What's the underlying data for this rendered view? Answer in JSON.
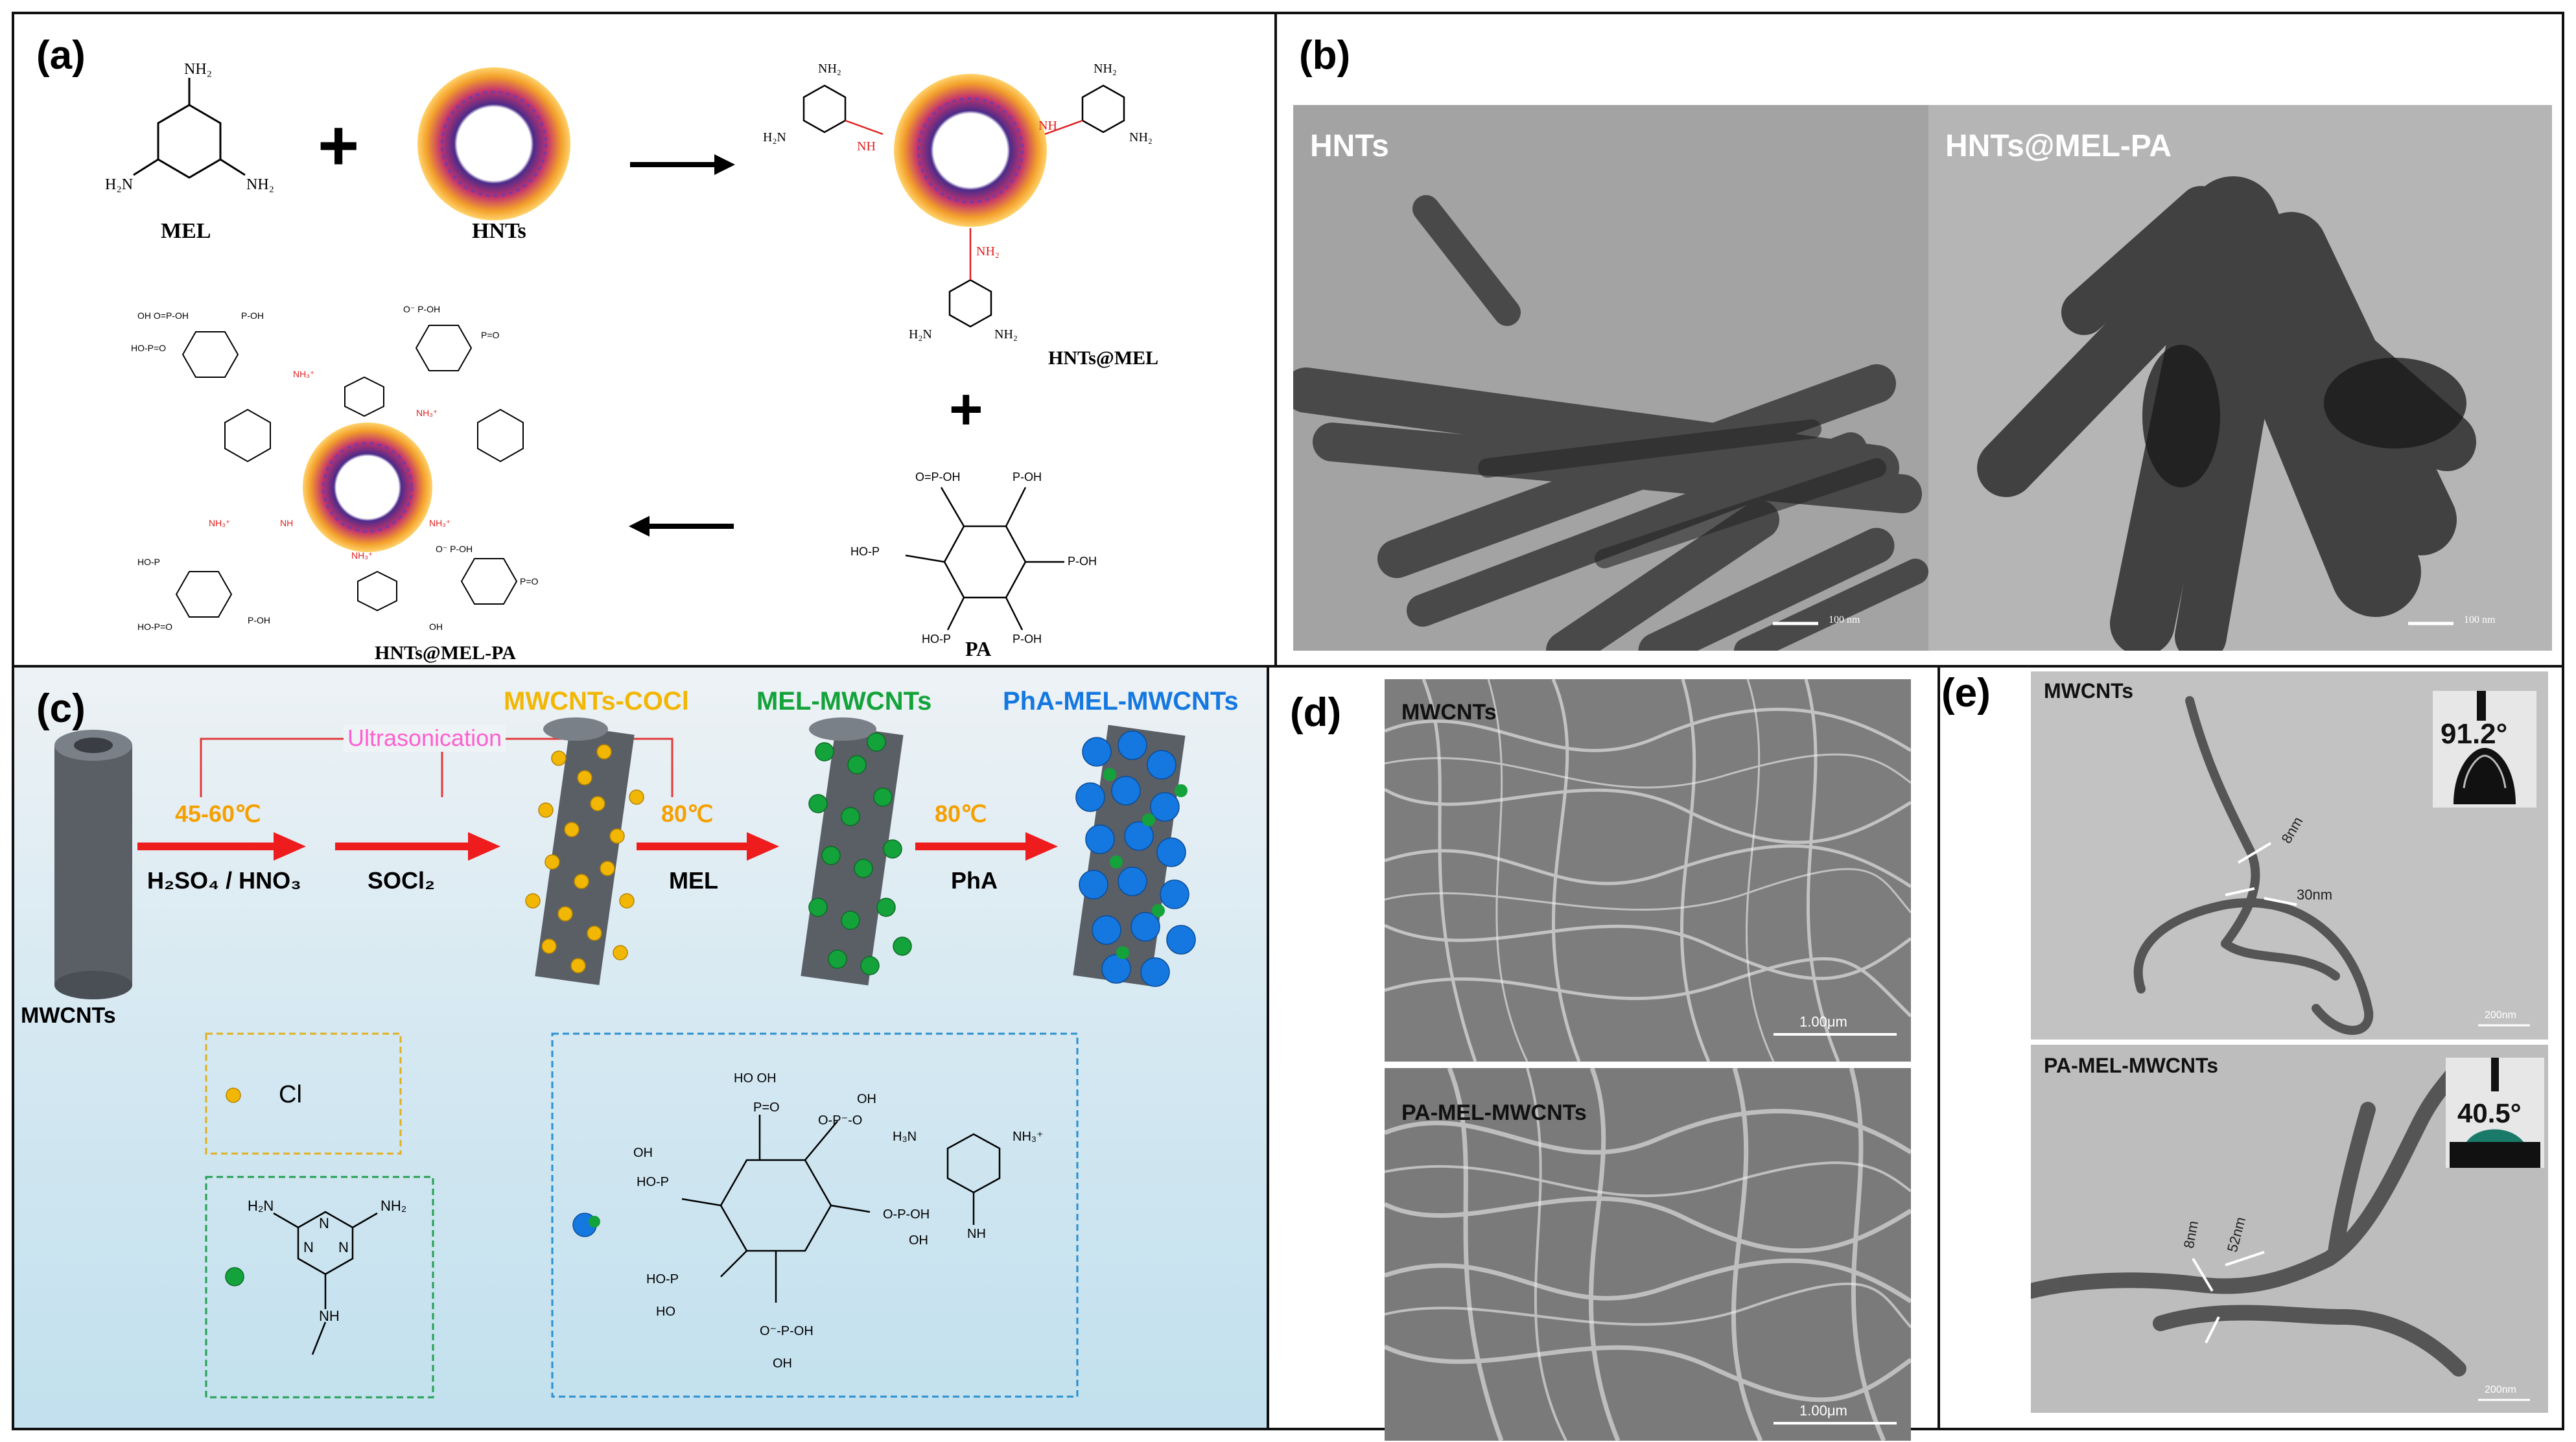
{
  "figure": {
    "panel_labels": {
      "a": "(a)",
      "b": "(b)",
      "c": "(c)",
      "d": "(d)",
      "e": "(e)"
    },
    "a": {
      "mel_label": "MEL",
      "hnts_label": "HNTs",
      "hnts_mel_label": "HNTs@MEL",
      "pa_label": "PA",
      "product_label": "HNTs@MEL-PA",
      "nh2": "NH₂",
      "h2n": "H₂N"
    },
    "b": {
      "left_label": "HNTs",
      "right_label": "HNTs@MEL-PA",
      "scale_left": "100 nm",
      "scale_right": "100 nm"
    },
    "c": {
      "start_label": "MWCNTs",
      "ultrasonication": "Ultrasonication",
      "temp1": "45-60℃",
      "temp2": "80℃",
      "temp3": "80℃",
      "reagent1": "H₂SO₄ / HNO₃",
      "reagent2": "SOCl₂",
      "reagent3": "MEL",
      "reagent4": "PhA",
      "product1": "MWCNTs-COCl",
      "product2": "MEL-MWCNTs",
      "product3": "PhA-MEL-MWCNTs",
      "legend_cl": "Cl",
      "colors": {
        "gold": "#f2b705",
        "green": "#14a33a",
        "blue": "#1478e0",
        "red": "#ee1c1c",
        "pink": "#ff5fd0",
        "orange": "#f5a000"
      }
    },
    "d": {
      "top_label": "MWCNTs",
      "bottom_label": "PA-MEL-MWCNTs",
      "scale_top": "1.00μm",
      "scale_bottom": "1.00μm"
    },
    "e": {
      "top_label": "MWCNTs",
      "bottom_label": "PA-MEL-MWCNTs",
      "angle_top": "91.2°",
      "angle_bottom": "40.5°",
      "dim_top_1": "8nm",
      "dim_top_2": "30nm",
      "dim_bottom_1": "8nm",
      "dim_bottom_2": "52nm",
      "scale_top": "200nm",
      "scale_bottom": "200nm"
    }
  }
}
